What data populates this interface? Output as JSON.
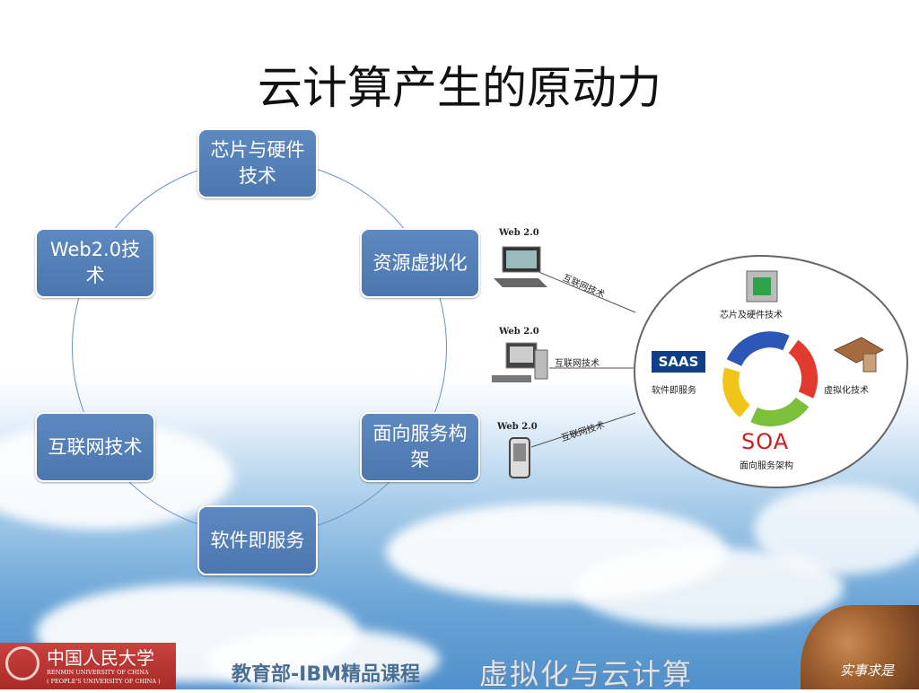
{
  "title": "云计算产生的原动力",
  "cycle": {
    "nodes": [
      {
        "id": "chip",
        "label": "芯片与硬件技术"
      },
      {
        "id": "virtualization",
        "label": "资源虚拟化"
      },
      {
        "id": "soa",
        "label": "面向服务构架"
      },
      {
        "id": "saas",
        "label": "软件即服务"
      },
      {
        "id": "internet",
        "label": "互联网技术"
      },
      {
        "id": "web2",
        "label": "Web2.0技术"
      }
    ]
  },
  "illustration": {
    "web_labels": [
      "Web 2.0",
      "Web 2.0",
      "Web 2.0"
    ],
    "link_labels": [
      "互联网技术",
      "互联网技术",
      "互联网技术"
    ],
    "chip_caption": "芯片及硬件技术",
    "saas_logo": "SAAS",
    "saas_caption": "软件即服务",
    "virtualization_caption": "虚拟化技术",
    "soa_logo": "SOA",
    "soa_caption": "面向服务架构",
    "cycle_colors": [
      "#2d57b6",
      "#e23a2f",
      "#7bbf3a",
      "#f0c418"
    ]
  },
  "footer": {
    "logo_cn": "中国人民大学",
    "logo_en1": "RENMIN UNIVERSITY OF CHINA",
    "logo_en2": "( PEOPLE'S UNIVERSITY OF CHINA )",
    "course": "教育部-IBM精品课程",
    "subject": "虚拟化与云计算",
    "motto": "实事求是"
  }
}
